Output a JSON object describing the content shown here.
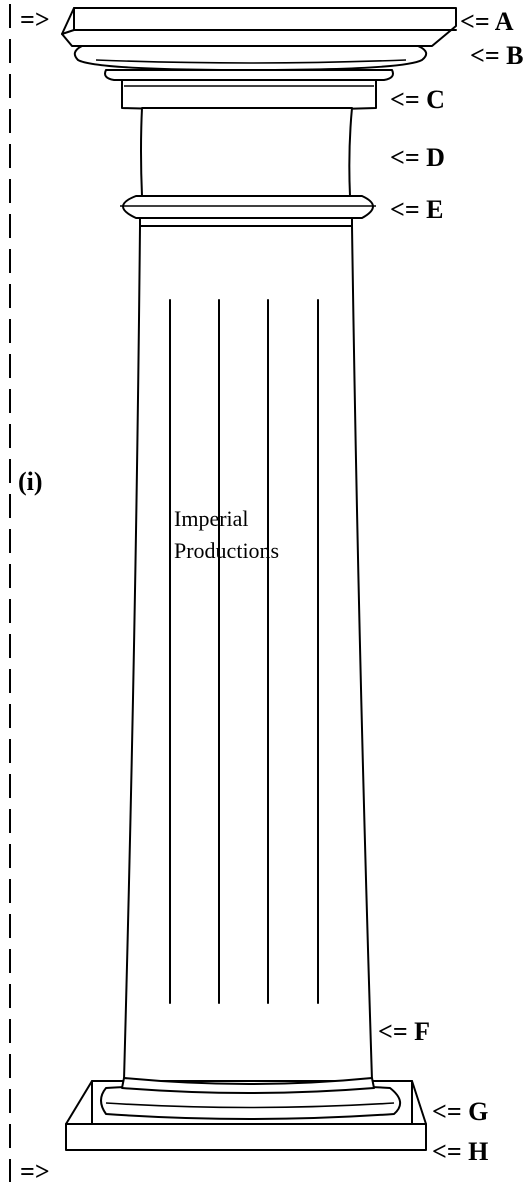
{
  "labels": {
    "a": "<= A",
    "b": "<= B",
    "c": "<= C",
    "d": "<= D",
    "e": "<= E",
    "f": "<= F",
    "g": "<= G",
    "h": "<= H",
    "top_marker": "=>",
    "bottom_marker": "=>",
    "height_label": "(i)"
  },
  "watermark": {
    "line1": "Imperial",
    "line2": "Productions"
  }
}
